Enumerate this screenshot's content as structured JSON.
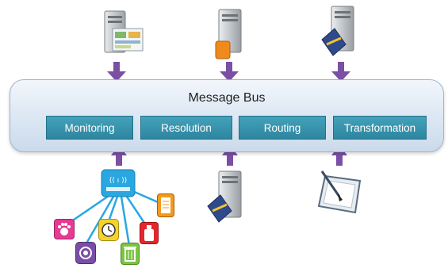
{
  "bus": {
    "title": "Message Bus",
    "modules": [
      "Monitoring",
      "Resolution",
      "Routing",
      "Transformation"
    ]
  },
  "colors": {
    "bus_fill": "#d9e5f2",
    "module_fill": "#3a93ad",
    "arrow": "#7b4fa3",
    "hub": "#2aa7e0",
    "spoke": "#2aa7e0"
  },
  "icons": {
    "top": [
      "server-dashboard-icon",
      "server-orange-icon",
      "server-tools-icon"
    ],
    "bottom": [
      "wireless-hub-icon",
      "server-tools-icon",
      "tablet-pen-icon"
    ],
    "devices": [
      "paw-device-icon",
      "face-device-icon",
      "clock-device-icon",
      "trash-device-icon",
      "bottle-device-icon",
      "meter-device-icon"
    ]
  },
  "hub_label": "(( ı ))"
}
